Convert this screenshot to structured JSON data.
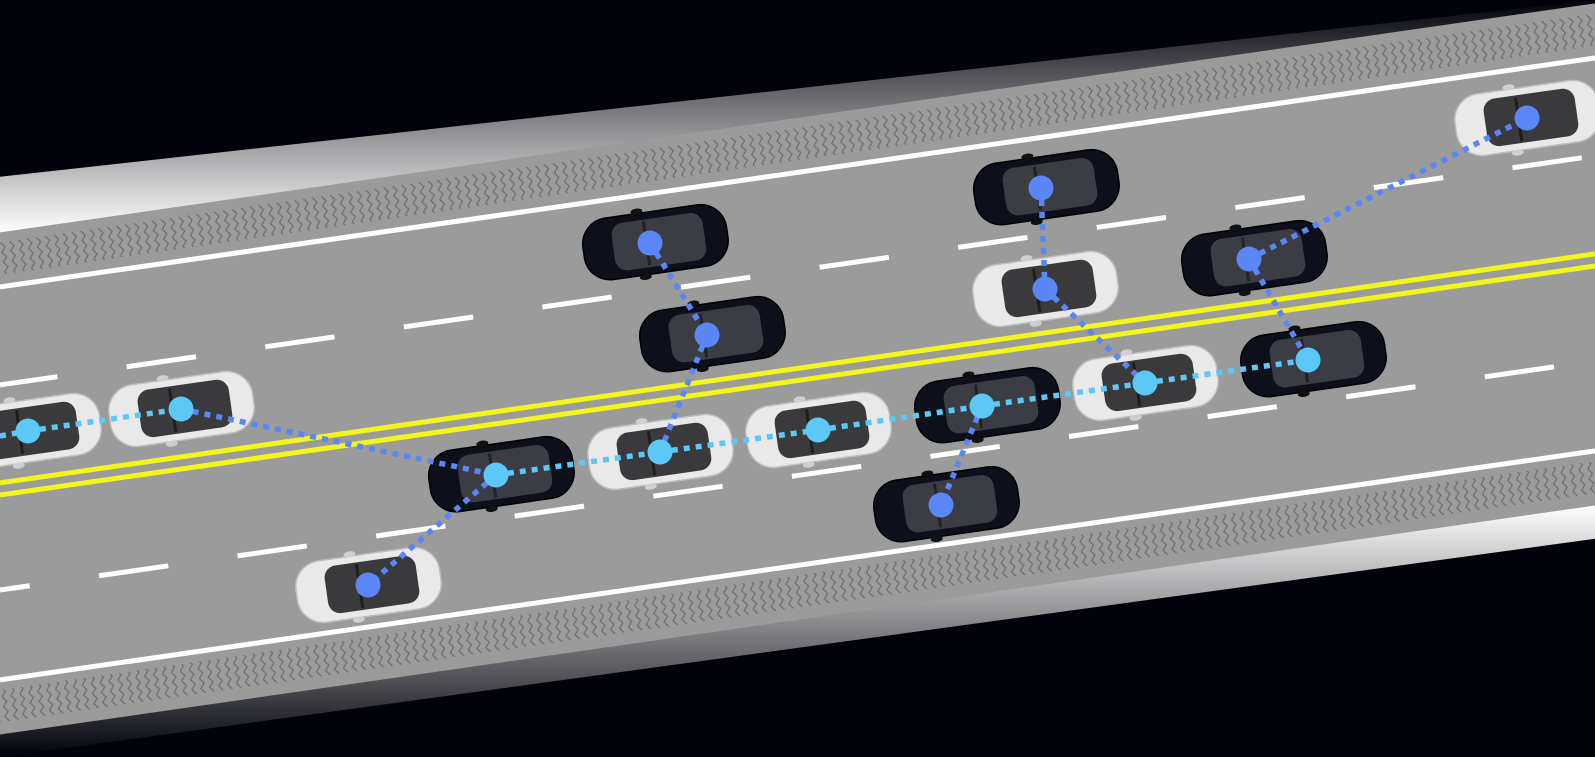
{
  "colors": {
    "background": "#02020a",
    "road": "#9b9b9b",
    "lane_marking": "#ffffff",
    "center_line": "#f2f51e",
    "rumble": "#7d7d7d",
    "link_primary": "#5bc8f5",
    "link_secondary": "#5b86f5",
    "car_white_body": "#e9e9ea",
    "car_black_body": "#0d0f1a",
    "car_glass": "#3a3a3c"
  },
  "cars": [
    {
      "id": "c1",
      "body": "white",
      "node": "primary"
    },
    {
      "id": "c2",
      "body": "white",
      "node": "primary"
    },
    {
      "id": "c3",
      "body": "black",
      "node": "primary"
    },
    {
      "id": "c4",
      "body": "white",
      "node": "secondary"
    },
    {
      "id": "c5",
      "body": "black",
      "node": "secondary"
    },
    {
      "id": "c6",
      "body": "black",
      "node": "secondary"
    },
    {
      "id": "c7",
      "body": "white",
      "node": "primary"
    },
    {
      "id": "c8",
      "body": "white",
      "node": "primary"
    },
    {
      "id": "c9",
      "body": "black",
      "node": "primary"
    },
    {
      "id": "c10",
      "body": "black",
      "node": "secondary"
    },
    {
      "id": "c11",
      "body": "black",
      "node": "secondary"
    },
    {
      "id": "c12",
      "body": "white",
      "node": "secondary"
    },
    {
      "id": "c13",
      "body": "white",
      "node": "primary"
    },
    {
      "id": "c14",
      "body": "black",
      "node": "secondary"
    },
    {
      "id": "c15",
      "body": "black",
      "node": "primary"
    },
    {
      "id": "c16",
      "body": "white",
      "node": "secondary"
    }
  ],
  "links": [
    {
      "from": "edge",
      "to": "c1",
      "type": "primary"
    },
    {
      "from": "c1",
      "to": "c2",
      "type": "primary"
    },
    {
      "from": "c2",
      "to": "c3",
      "type": "secondary"
    },
    {
      "from": "c3",
      "to": "c4",
      "type": "secondary"
    },
    {
      "from": "c3",
      "to": "c7",
      "type": "primary"
    },
    {
      "from": "c5",
      "to": "c6",
      "type": "secondary"
    },
    {
      "from": "c6",
      "to": "c7",
      "type": "secondary"
    },
    {
      "from": "c7",
      "to": "c8",
      "type": "primary"
    },
    {
      "from": "c8",
      "to": "c9",
      "type": "primary"
    },
    {
      "from": "c9",
      "to": "c10",
      "type": "secondary"
    },
    {
      "from": "c9",
      "to": "c13",
      "type": "primary"
    },
    {
      "from": "c11",
      "to": "c12",
      "type": "secondary"
    },
    {
      "from": "c12",
      "to": "c13",
      "type": "secondary"
    },
    {
      "from": "c13",
      "to": "c15",
      "type": "primary"
    },
    {
      "from": "c14",
      "to": "c15",
      "type": "secondary"
    },
    {
      "from": "c14",
      "to": "c16",
      "type": "secondary"
    }
  ]
}
